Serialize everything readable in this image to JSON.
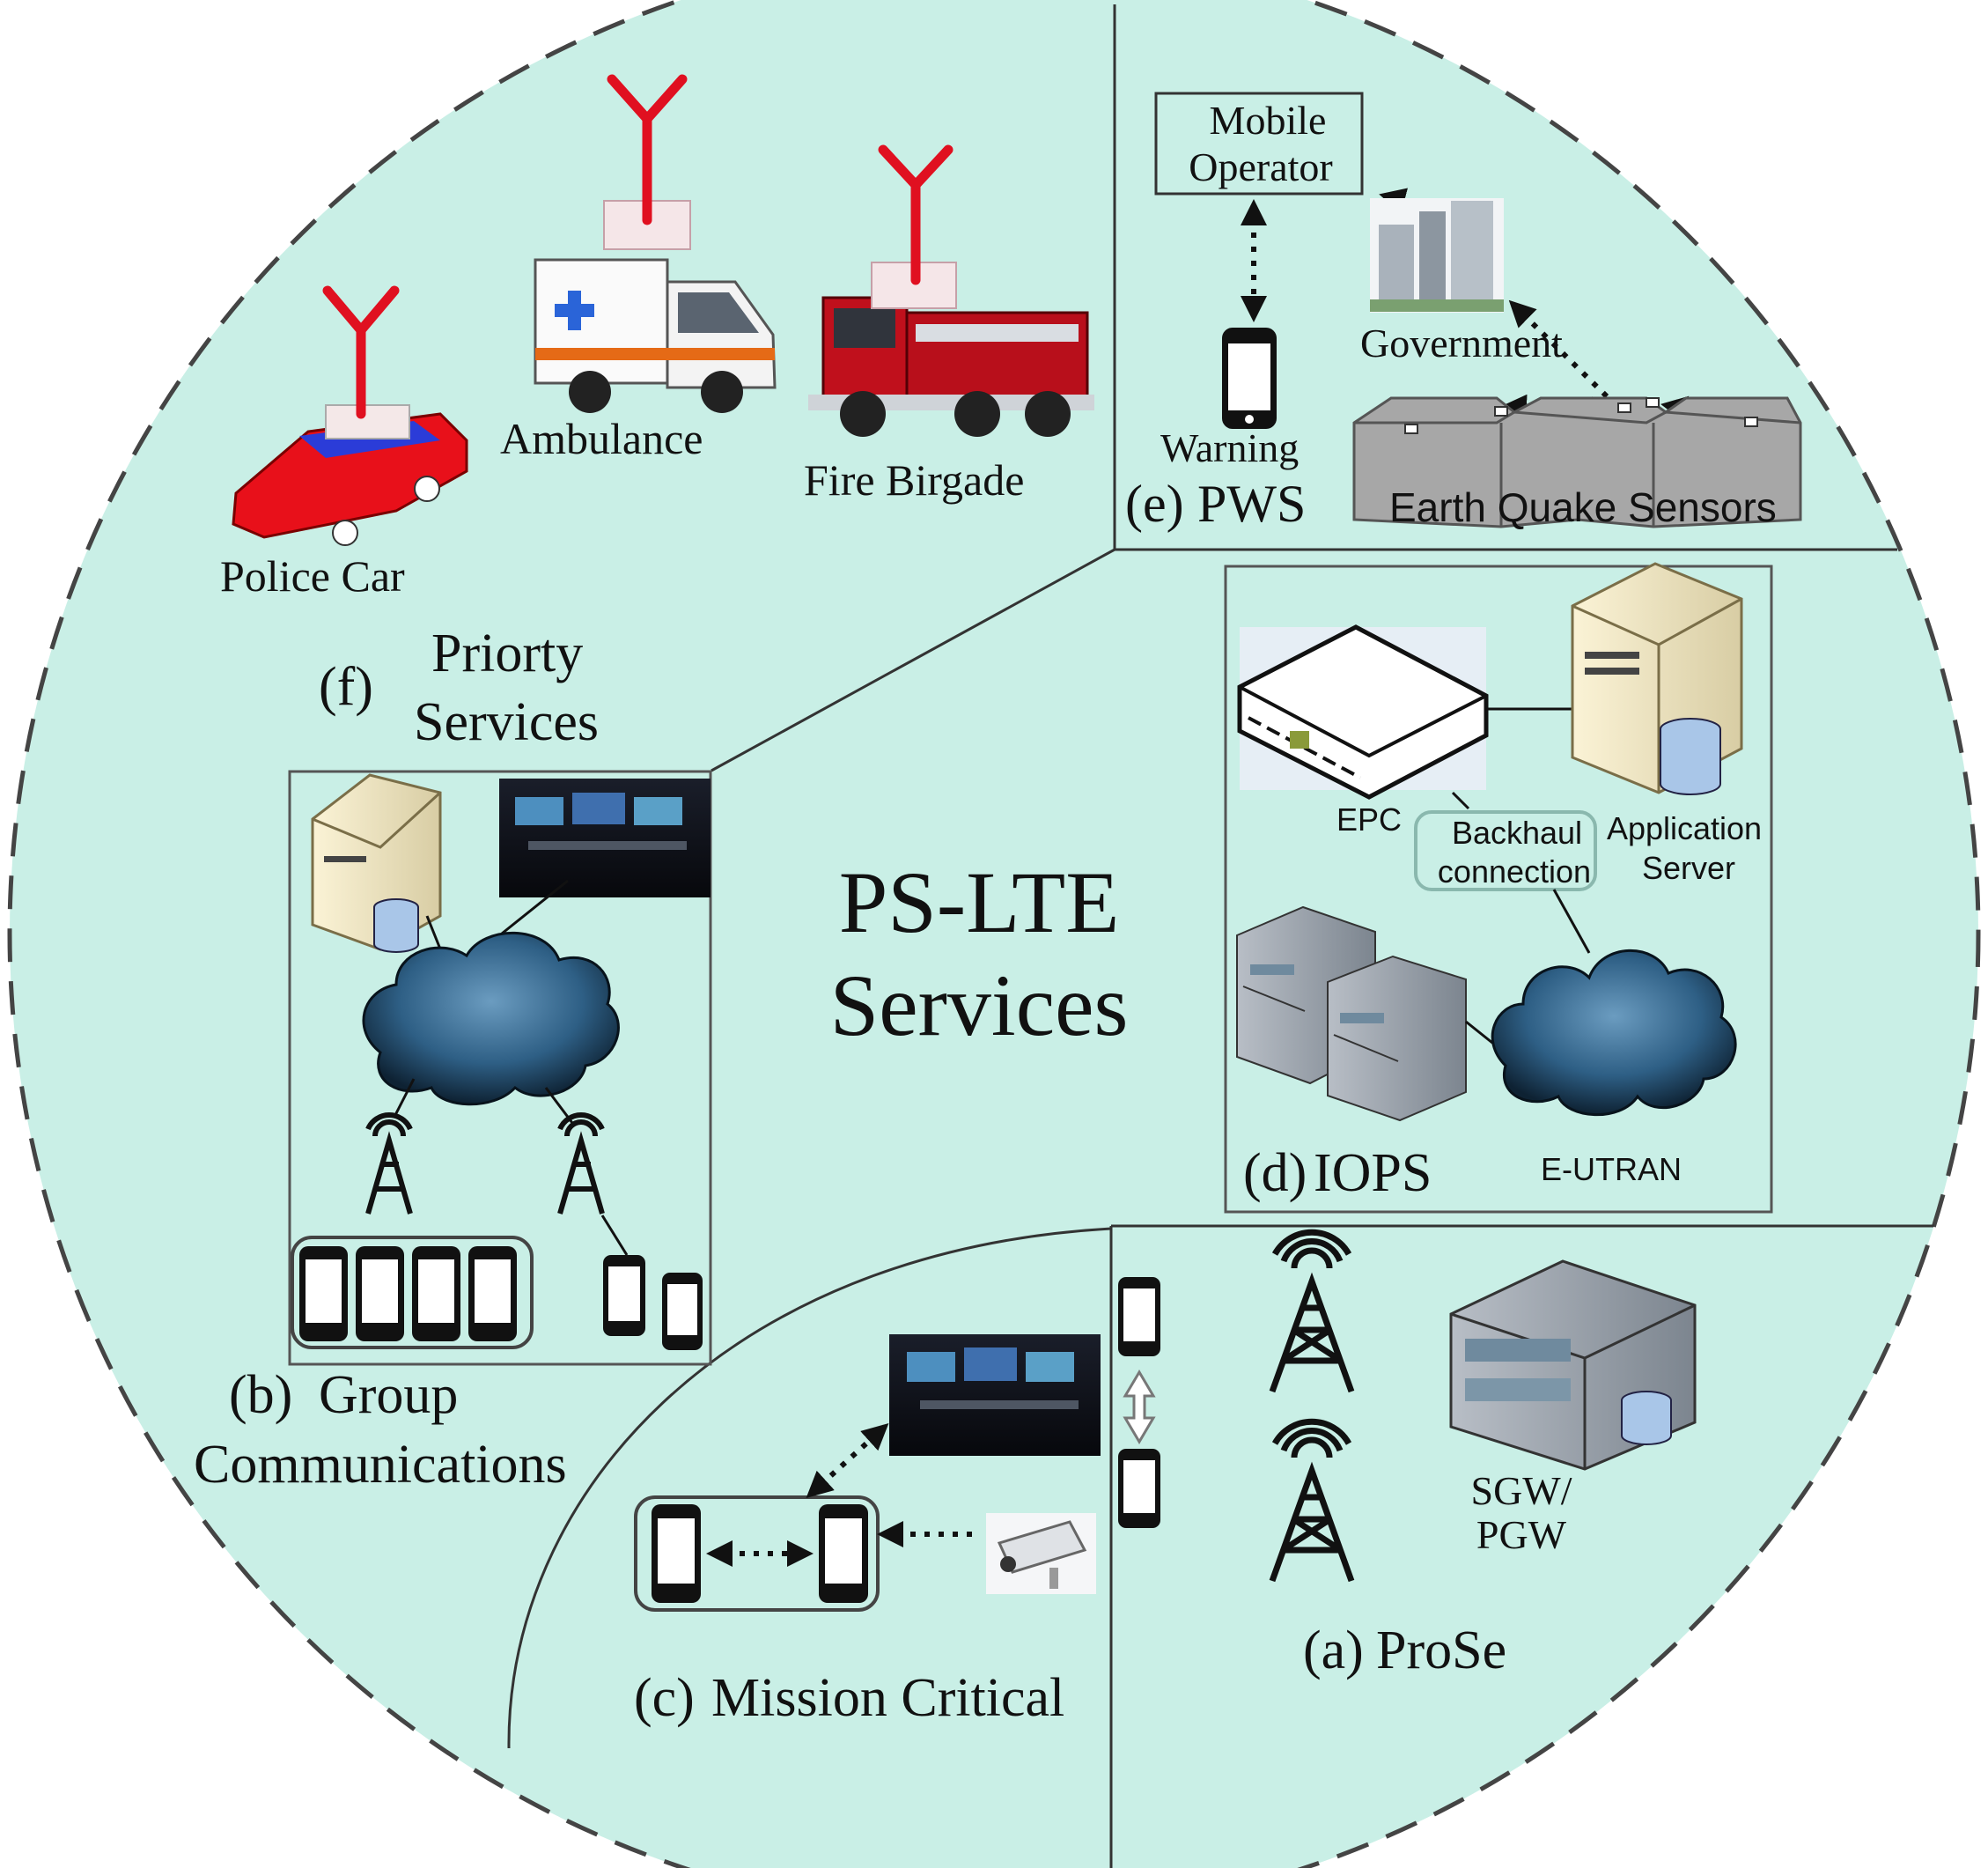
{
  "center": {
    "line1": "PS-LTE",
    "line2": "Services"
  },
  "sections": {
    "priority": {
      "label": "(f)",
      "title_line1": "Priorty",
      "title_line2": "Services",
      "vehicles": {
        "police": "Police Car",
        "ambulance": "Ambulance",
        "fire": "Fire Birgade"
      }
    },
    "pws": {
      "label": "(e)",
      "title": "PWS",
      "mobile_operator_line1": "Mobile",
      "mobile_operator_line2": "Operator",
      "government": "Government",
      "warning": "Warning",
      "sensors": "Earth Quake Sensors"
    },
    "iops": {
      "label": "(d)",
      "title": "IOPS",
      "epc": "EPC",
      "backhaul_line1": "Backhaul",
      "backhaul_line2": "connection",
      "app_server_line1": "Application",
      "app_server_line2": "Server",
      "eutran": "E-UTRAN"
    },
    "group": {
      "label": "(b)",
      "title_line1": "Group",
      "title_line2": "Communications"
    },
    "mission": {
      "label": "(c)",
      "title": "Mission Critical"
    },
    "prose": {
      "label": "(a)",
      "title": "ProSe",
      "gw_line1": "SGW/",
      "gw_line2": "PGW"
    }
  },
  "colors": {
    "background": "#c9efe6",
    "dashed_border": "#444444",
    "antenna": "#e01020",
    "cloud": "#2e5f85"
  }
}
